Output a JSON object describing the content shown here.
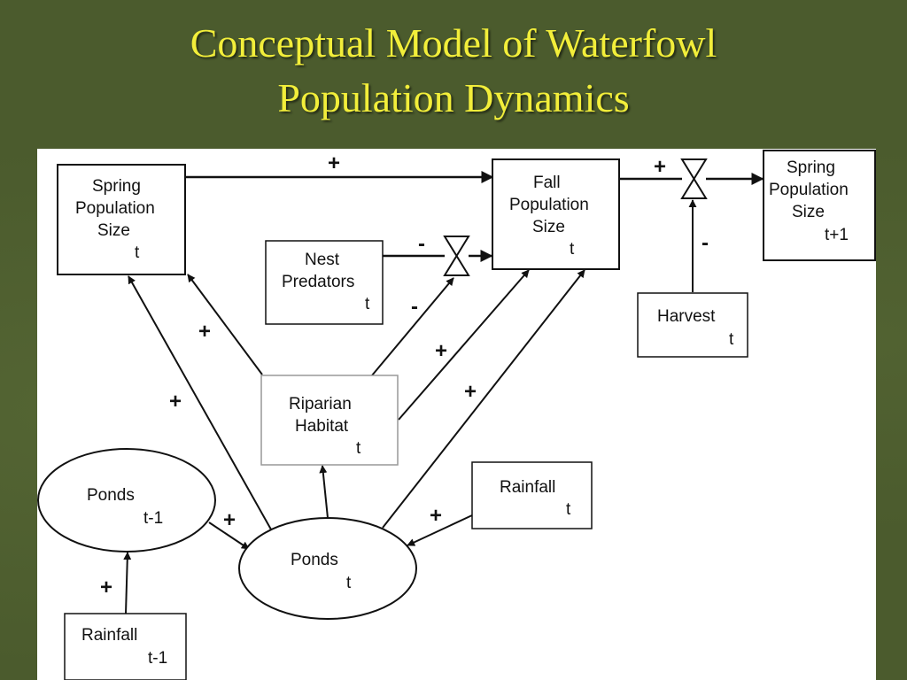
{
  "title": {
    "line1": "Conceptual Model of Waterfowl",
    "line2": "Population Dynamics"
  },
  "nodes": {
    "spring_t": {
      "lines": [
        "Spring",
        "Population",
        "Size"
      ],
      "sub": "t"
    },
    "fall_t": {
      "lines": [
        "Fall",
        "Population",
        "Size"
      ],
      "sub": "t"
    },
    "spring_t1": {
      "lines": [
        "Spring",
        "Population",
        "Size"
      ],
      "sub": "t+1"
    },
    "nest_predators": {
      "lines": [
        "Nest",
        "Predators"
      ],
      "sub": "t"
    },
    "harvest": {
      "lines": [
        "Harvest"
      ],
      "sub": "t"
    },
    "riparian": {
      "lines": [
        "Riparian",
        "Habitat"
      ],
      "sub": "t"
    },
    "ponds_t_minus_1": {
      "lines": [
        "Ponds"
      ],
      "sub": "t-1"
    },
    "ponds_t": {
      "lines": [
        "Ponds"
      ],
      "sub": "t"
    },
    "rainfall_t": {
      "lines": [
        "Rainfall"
      ],
      "sub": "t"
    },
    "rainfall_t_minus_1": {
      "lines": [
        "Rainfall"
      ],
      "sub": "t-1"
    }
  },
  "signs": {
    "spring_to_fall": "+",
    "fall_to_next": "+",
    "harvest_effect": "-",
    "nest_effect": "-",
    "riparian_to_valve": "-",
    "riparian_to_fall": "+",
    "ponds_to_fall": "+",
    "riparian_to_spring": "+",
    "ponds_to_spring": "+",
    "ponds_prev_to_ponds": "+",
    "rainfall_to_ponds": "+",
    "rainfall_prev_to_ponds_prev": "+"
  },
  "colors": {
    "background": "#4b5b2d",
    "title": "#f2ee3a",
    "panel": "#ffffff",
    "ink": "#111111"
  }
}
